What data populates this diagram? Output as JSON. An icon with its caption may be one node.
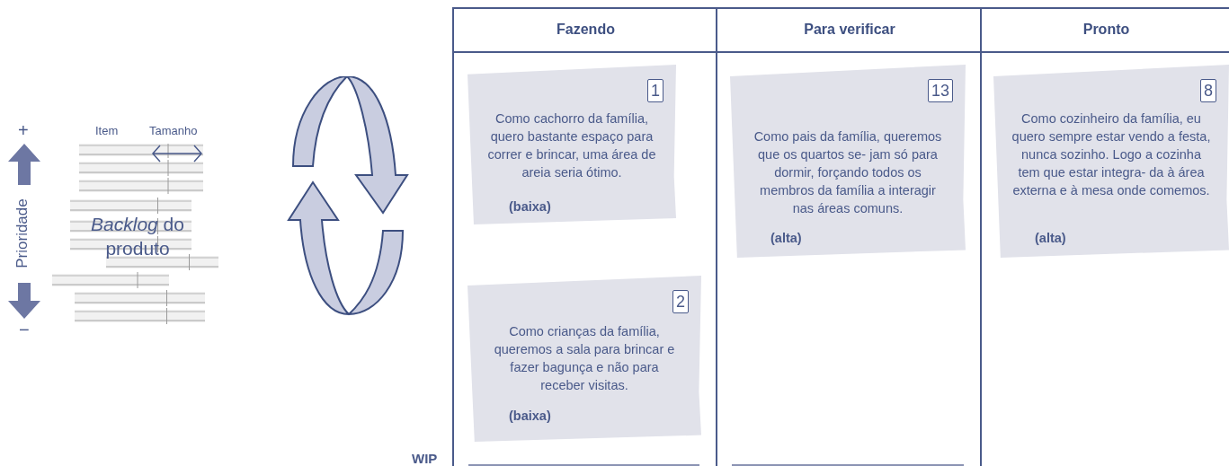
{
  "diagram": {
    "nodes": [
      {
        "text": [
          "Fazendo"
        ]
      },
      {
        "text": [
          "1",
          "Como cachorro da família, quero bastante espaço para correr e brincar, uma área de areia seria ótimo.",
          "(baixa)"
        ],
        "in": 0
      },
      {
        "text": [
          "2",
          "Como crianças da família, queremos a sala para brincar e fazer bagunça e não para receber visitas.",
          "(baixa)"
        ],
        "in": 0
      },
      {
        "text": [
          "Para verificar"
        ]
      },
      {
        "text": [
          "13",
          "Como pais da família, queremos que os quartos se- jam só para dormir, forçando todos os membros da família a interagir nas áreas comuns.",
          "(alta)"
        ],
        "in": 3
      },
      {
        "text": [
          "Pronto"
        ]
      },
      {
        "text": [
          "8",
          "Como cozinheiro da família, eu quero sempre estar vendo a festa, nunca sozinho. Logo a cozinha tem que estar integra- da à área externa e à mesa onde comemos.",
          "(alta)"
        ],
        "in": 5
      },
      {
        "text": [
          "*Backlog* do produto"
        ],
        "beside": [
          "Item",
          "Tamanho"
        ]
      }
    ],
    "labels": [
      "+",
      "Prioridade",
      "−",
      "WIP"
    ]
  }
}
